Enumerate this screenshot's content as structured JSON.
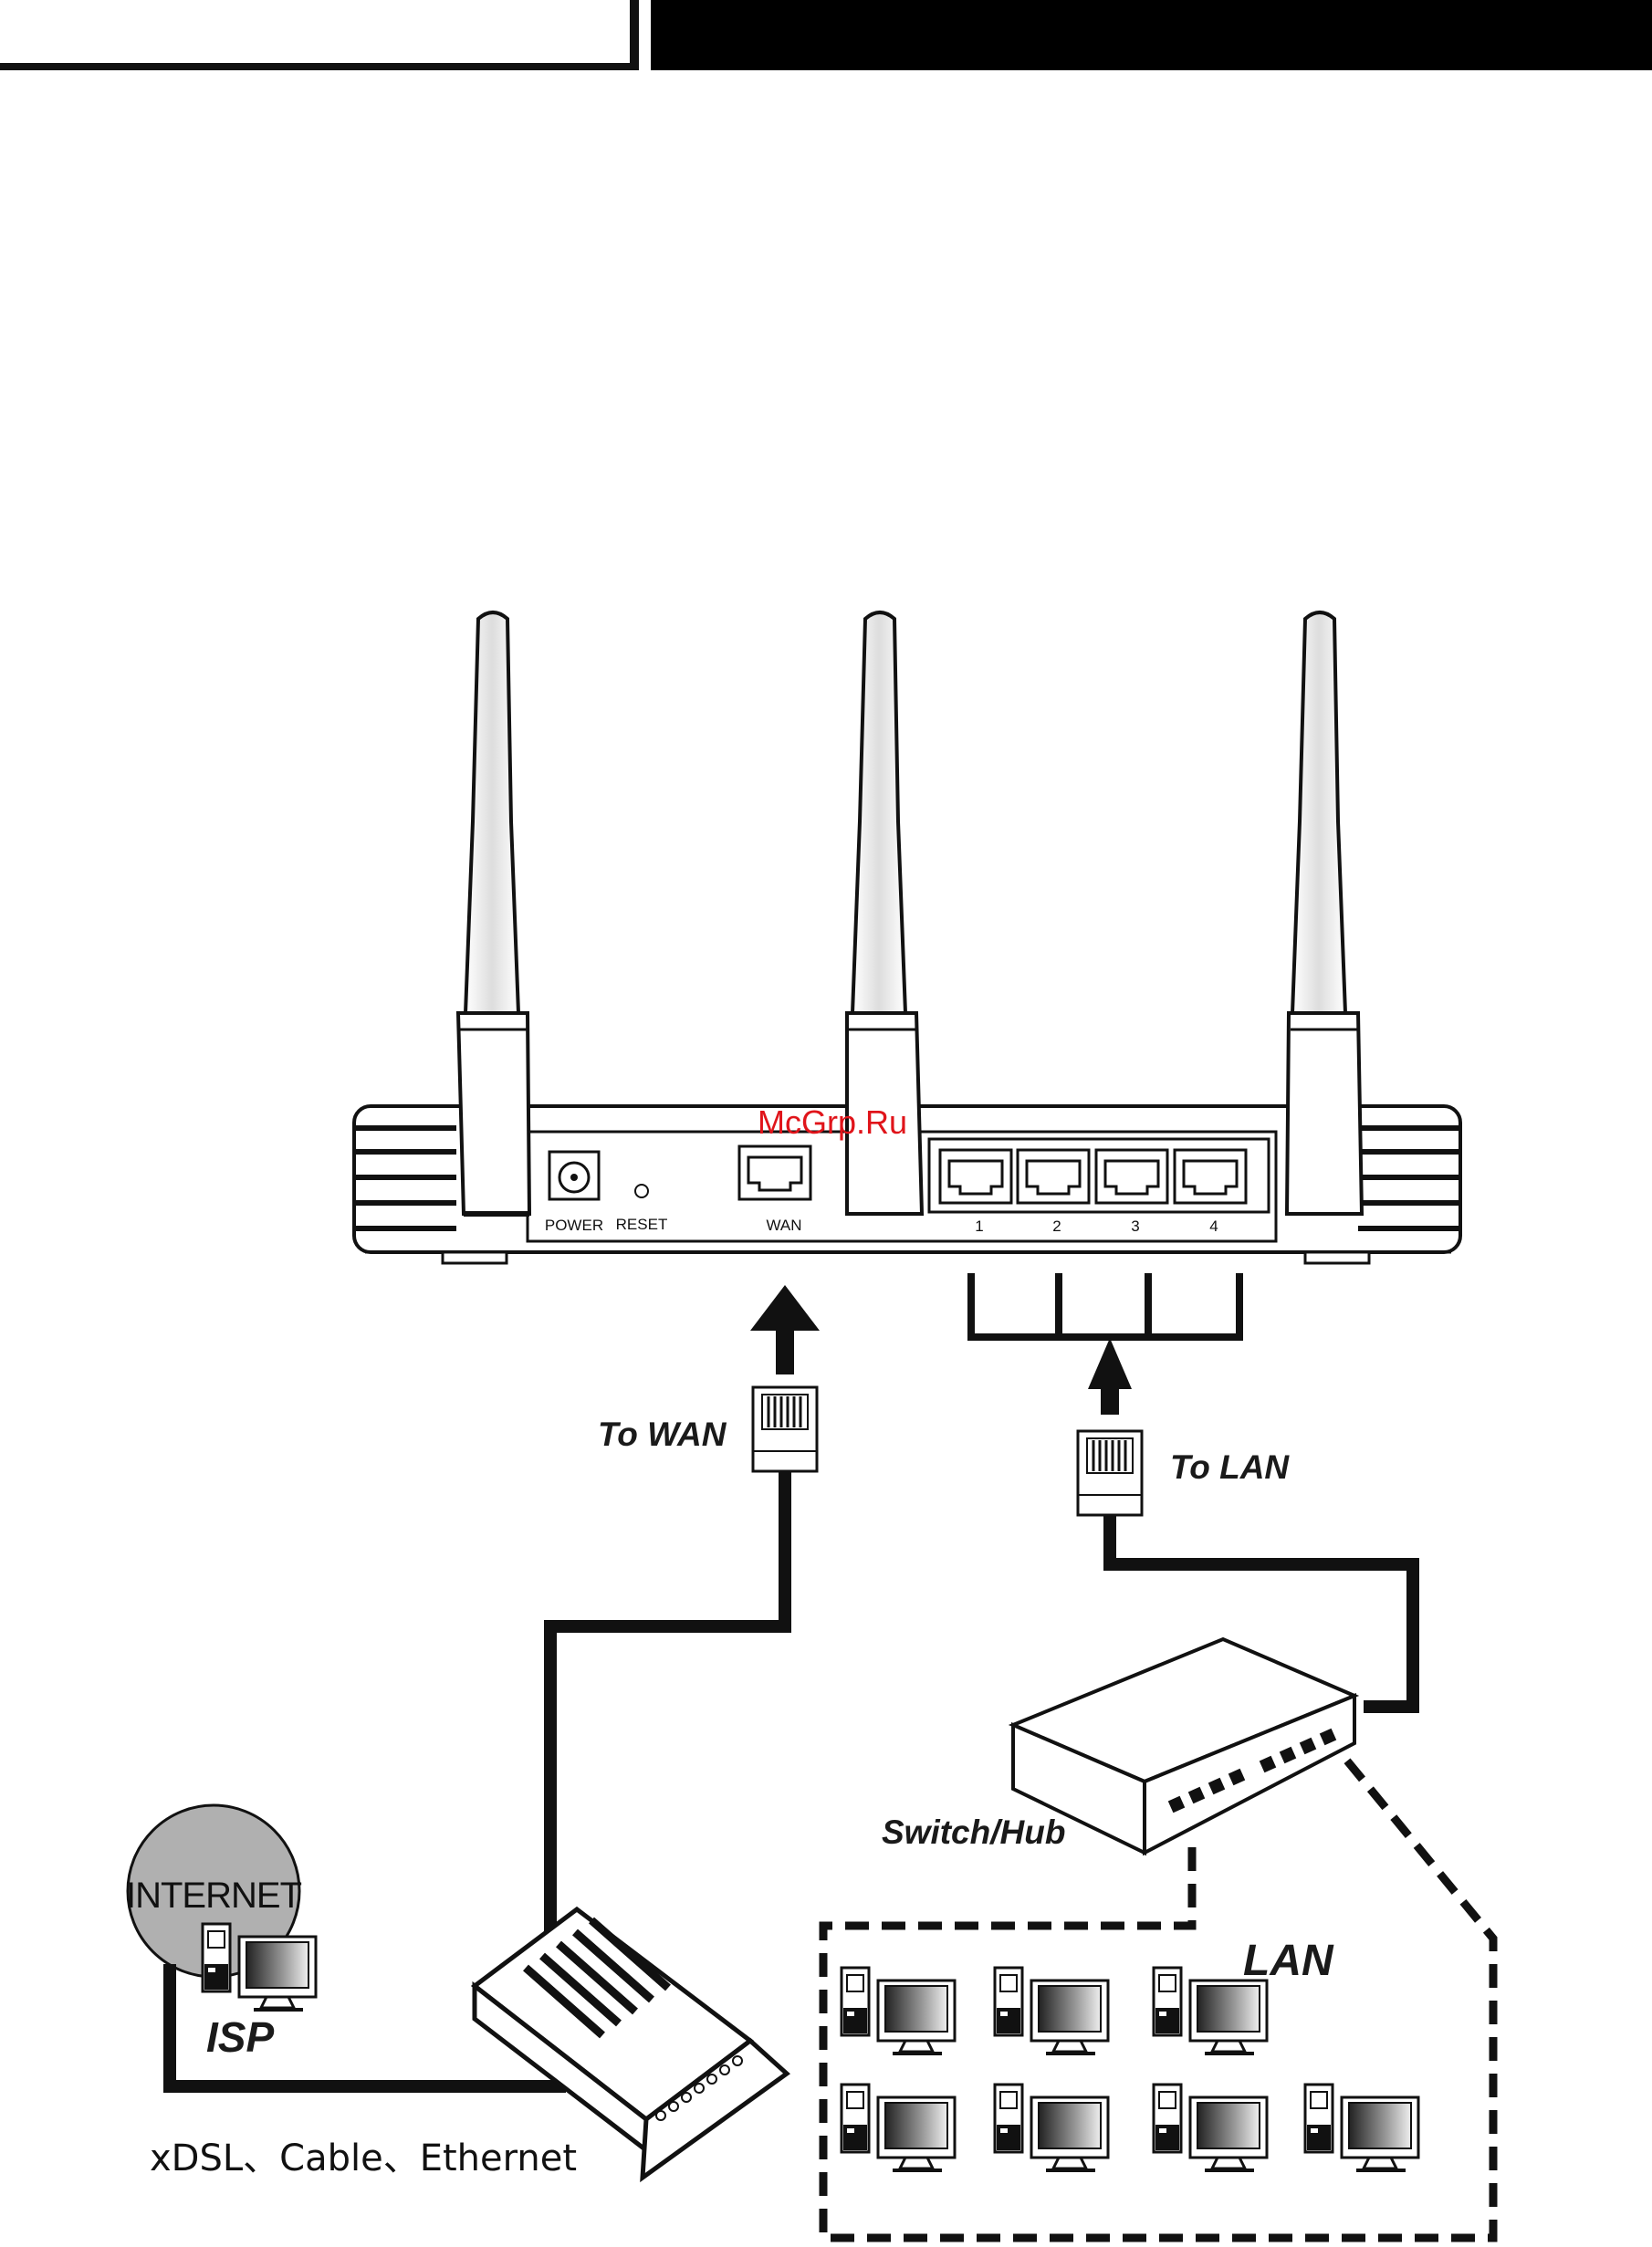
{
  "watermark": "McGrp.Ru",
  "router": {
    "power_label": "POWER",
    "reset_label": "RESET",
    "wan_label": "WAN",
    "lan_ports": [
      "1",
      "2",
      "3",
      "4"
    ]
  },
  "labels": {
    "to_wan": "To WAN",
    "to_lan": "To LAN",
    "switch_hub": "Switch/Hub",
    "lan": "LAN",
    "isp": "ISP",
    "internet": "INTERNET",
    "modem_types": "xDSL、Cable、Ethernet"
  },
  "colors": {
    "line": "#1a1a1a",
    "watermark": "#e0141a",
    "internet_cloud": "#b0b0b0"
  }
}
